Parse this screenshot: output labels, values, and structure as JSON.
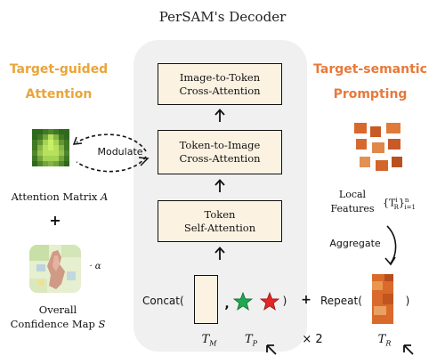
{
  "title": "PerSAM's Decoder",
  "decoder": {
    "block1": "Image-to-Token\nCross-Attention",
    "block2": "Token-to-Image\nCross-Attention",
    "block3": "Token\nSelf-Attention"
  },
  "left": {
    "heading": "Target-guided\nAttention",
    "modulate": "Modulate",
    "attention_matrix": "Attention Matrix A",
    "plus": "+",
    "alpha": "· α",
    "confidence_map": "Overall\nConfidence Map S"
  },
  "right": {
    "heading": "Target-semantic\nPrompting",
    "local_features": "Local\nFeatures",
    "feature_notation": "{T",
    "feature_notation_sup": "i",
    "feature_notation_sub": "R",
    "feature_notation_end": "}",
    "feature_notation_range_sup": "n",
    "feature_notation_range_sub": "i=1",
    "aggregate": "Aggregate"
  },
  "bottom": {
    "concat": "Concat(",
    "comma": ",",
    "close1": ")",
    "plus": "+",
    "repeat": "Repeat(",
    "close2": ")",
    "tm": "T",
    "tm_sub": "M",
    "tp": "T",
    "tp_sub": "P",
    "times": "× 2",
    "tr": "T",
    "tr_sub": "R"
  },
  "colors": {
    "left_heading": "#e9a53a",
    "right_heading": "#e8793a",
    "block_fill": "#fbf2e2",
    "panel": "#f0f0f0",
    "star_green": "#1fa850",
    "star_red": "#e32626"
  }
}
